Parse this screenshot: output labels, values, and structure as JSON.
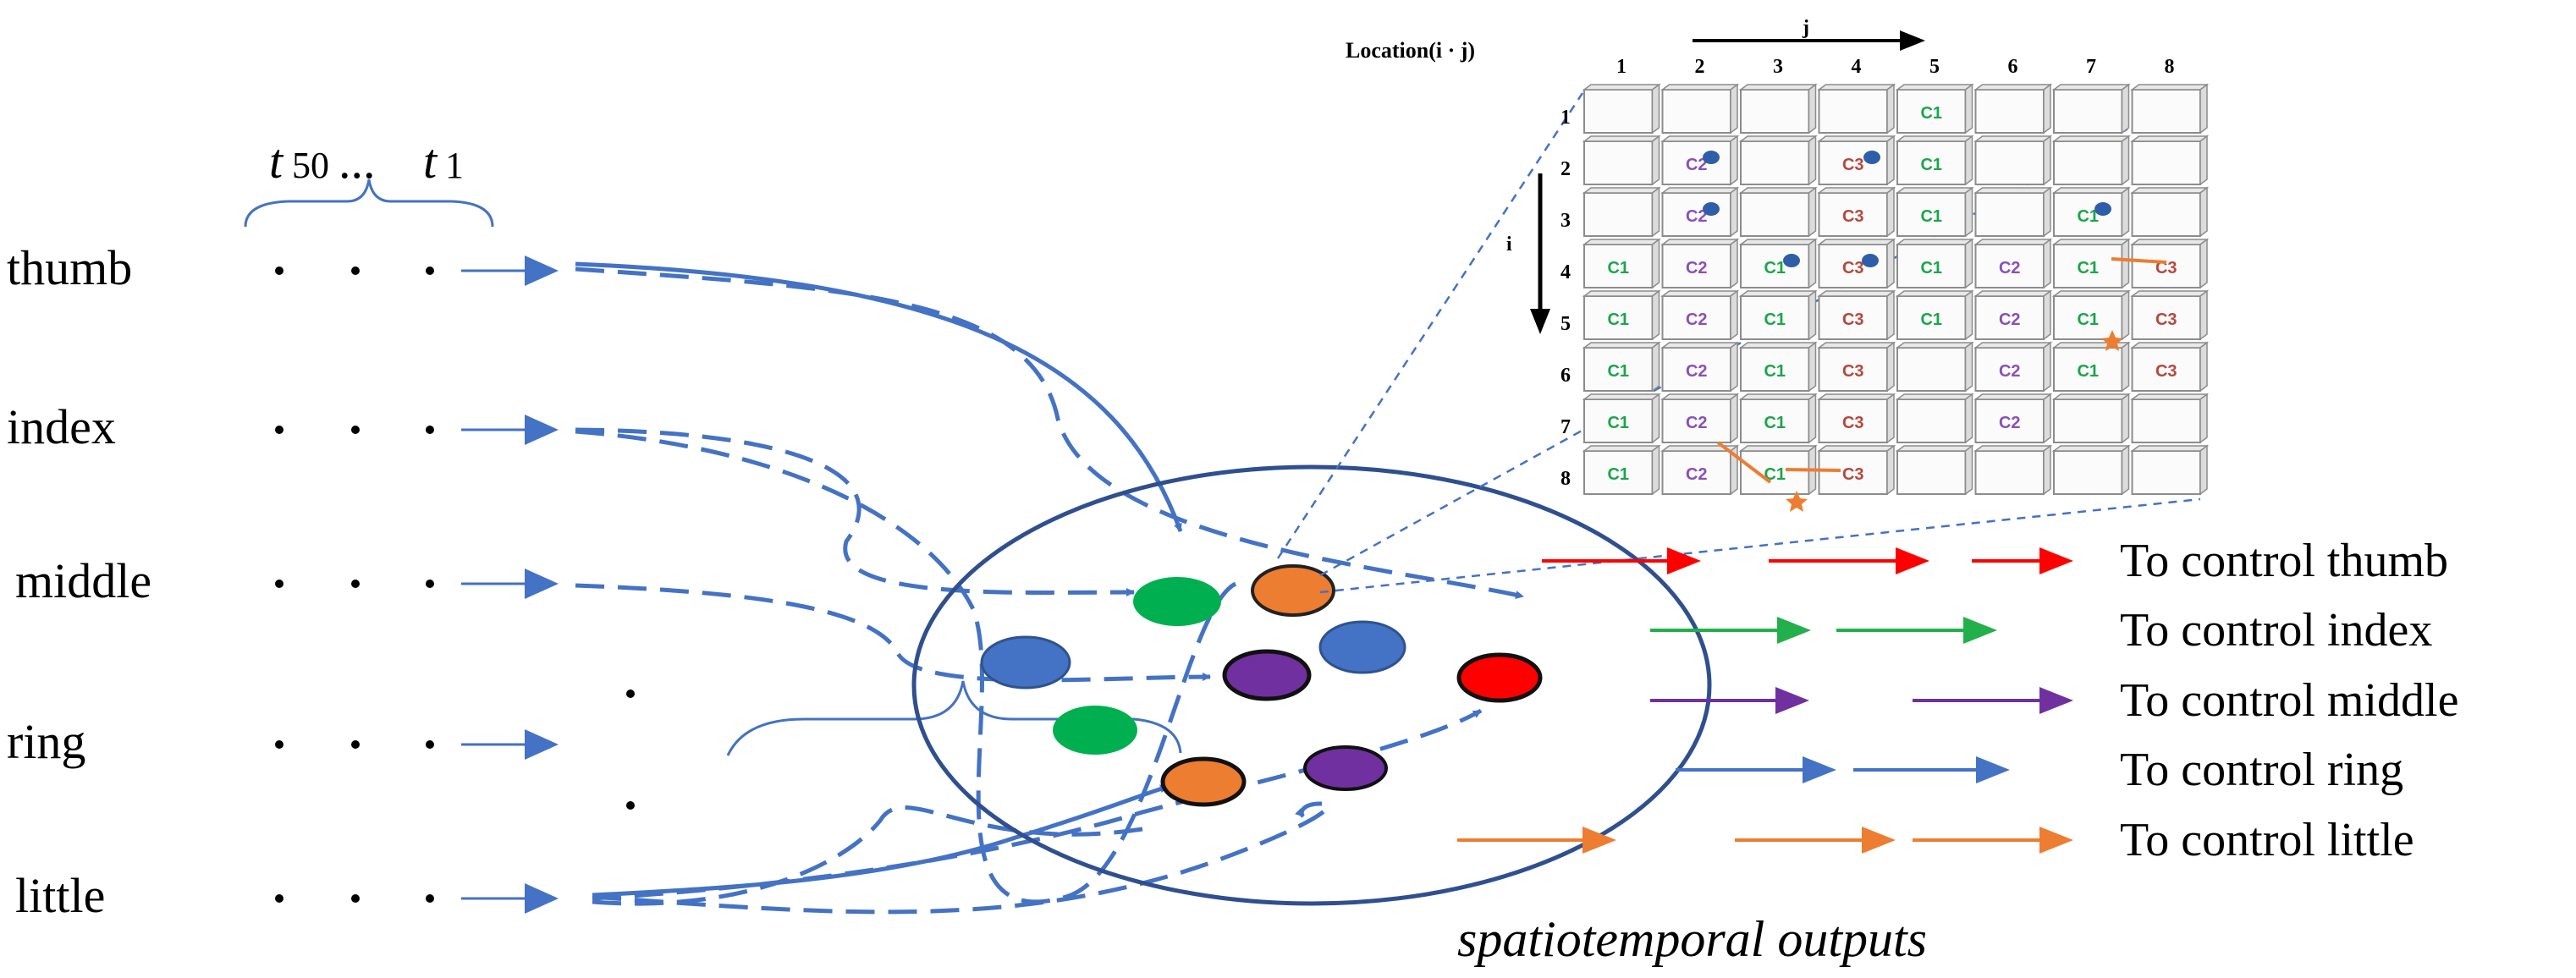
{
  "inputs": {
    "time_labels": {
      "first_var": "t",
      "first_sub": "50",
      "ellipsis": "...",
      "last_var": "t",
      "last_sub": "1"
    },
    "fingers": [
      "thumb",
      "index",
      "middle",
      "ring",
      "little"
    ]
  },
  "grid": {
    "title": "Location(i · j)",
    "col_axis": "j",
    "row_axis": "i",
    "col_numbers": [
      "1",
      "2",
      "3",
      "4",
      "5",
      "6",
      "7",
      "8"
    ],
    "row_numbers": [
      "1",
      "2",
      "3",
      "4",
      "5",
      "6",
      "7",
      "8"
    ],
    "cells": [
      [
        "",
        "",
        "",
        "",
        "C1",
        "",
        "",
        ""
      ],
      [
        "",
        "C2",
        "",
        "C3",
        "C1",
        "",
        "",
        ""
      ],
      [
        "",
        "C2",
        "",
        "C3",
        "C1",
        "",
        "C1",
        ""
      ],
      [
        "C1",
        "C2",
        "C1",
        "C3",
        "C1",
        "C2",
        "C1",
        "C3"
      ],
      [
        "C1",
        "C2",
        "C1",
        "C3",
        "C1",
        "C2",
        "C1",
        "C3"
      ],
      [
        "C1",
        "C2",
        "C1",
        "C3",
        "",
        "C2",
        "C1",
        "C3"
      ],
      [
        "C1",
        "C2",
        "C1",
        "C3",
        "",
        "C2",
        "",
        ""
      ],
      [
        "C1",
        "C2",
        "C1",
        "C3",
        "",
        "",
        "",
        ""
      ]
    ],
    "label_colors": {
      "C1": "#1aa64a",
      "C2": "#8a4fb8",
      "C3": "#b5483d"
    }
  },
  "outputs": {
    "labels": [
      "To control thumb",
      "To control index",
      "To control middle",
      "To control ring",
      "To control little"
    ],
    "colors": [
      "#ff0000",
      "#22b04a",
      "#7030a0",
      "#4472c4",
      "#ed7d31"
    ],
    "caption": "spatiotemporal outputs"
  },
  "colors": {
    "connection_blue": "#4472c4",
    "reservoir_outline": "#2f4f8f"
  }
}
